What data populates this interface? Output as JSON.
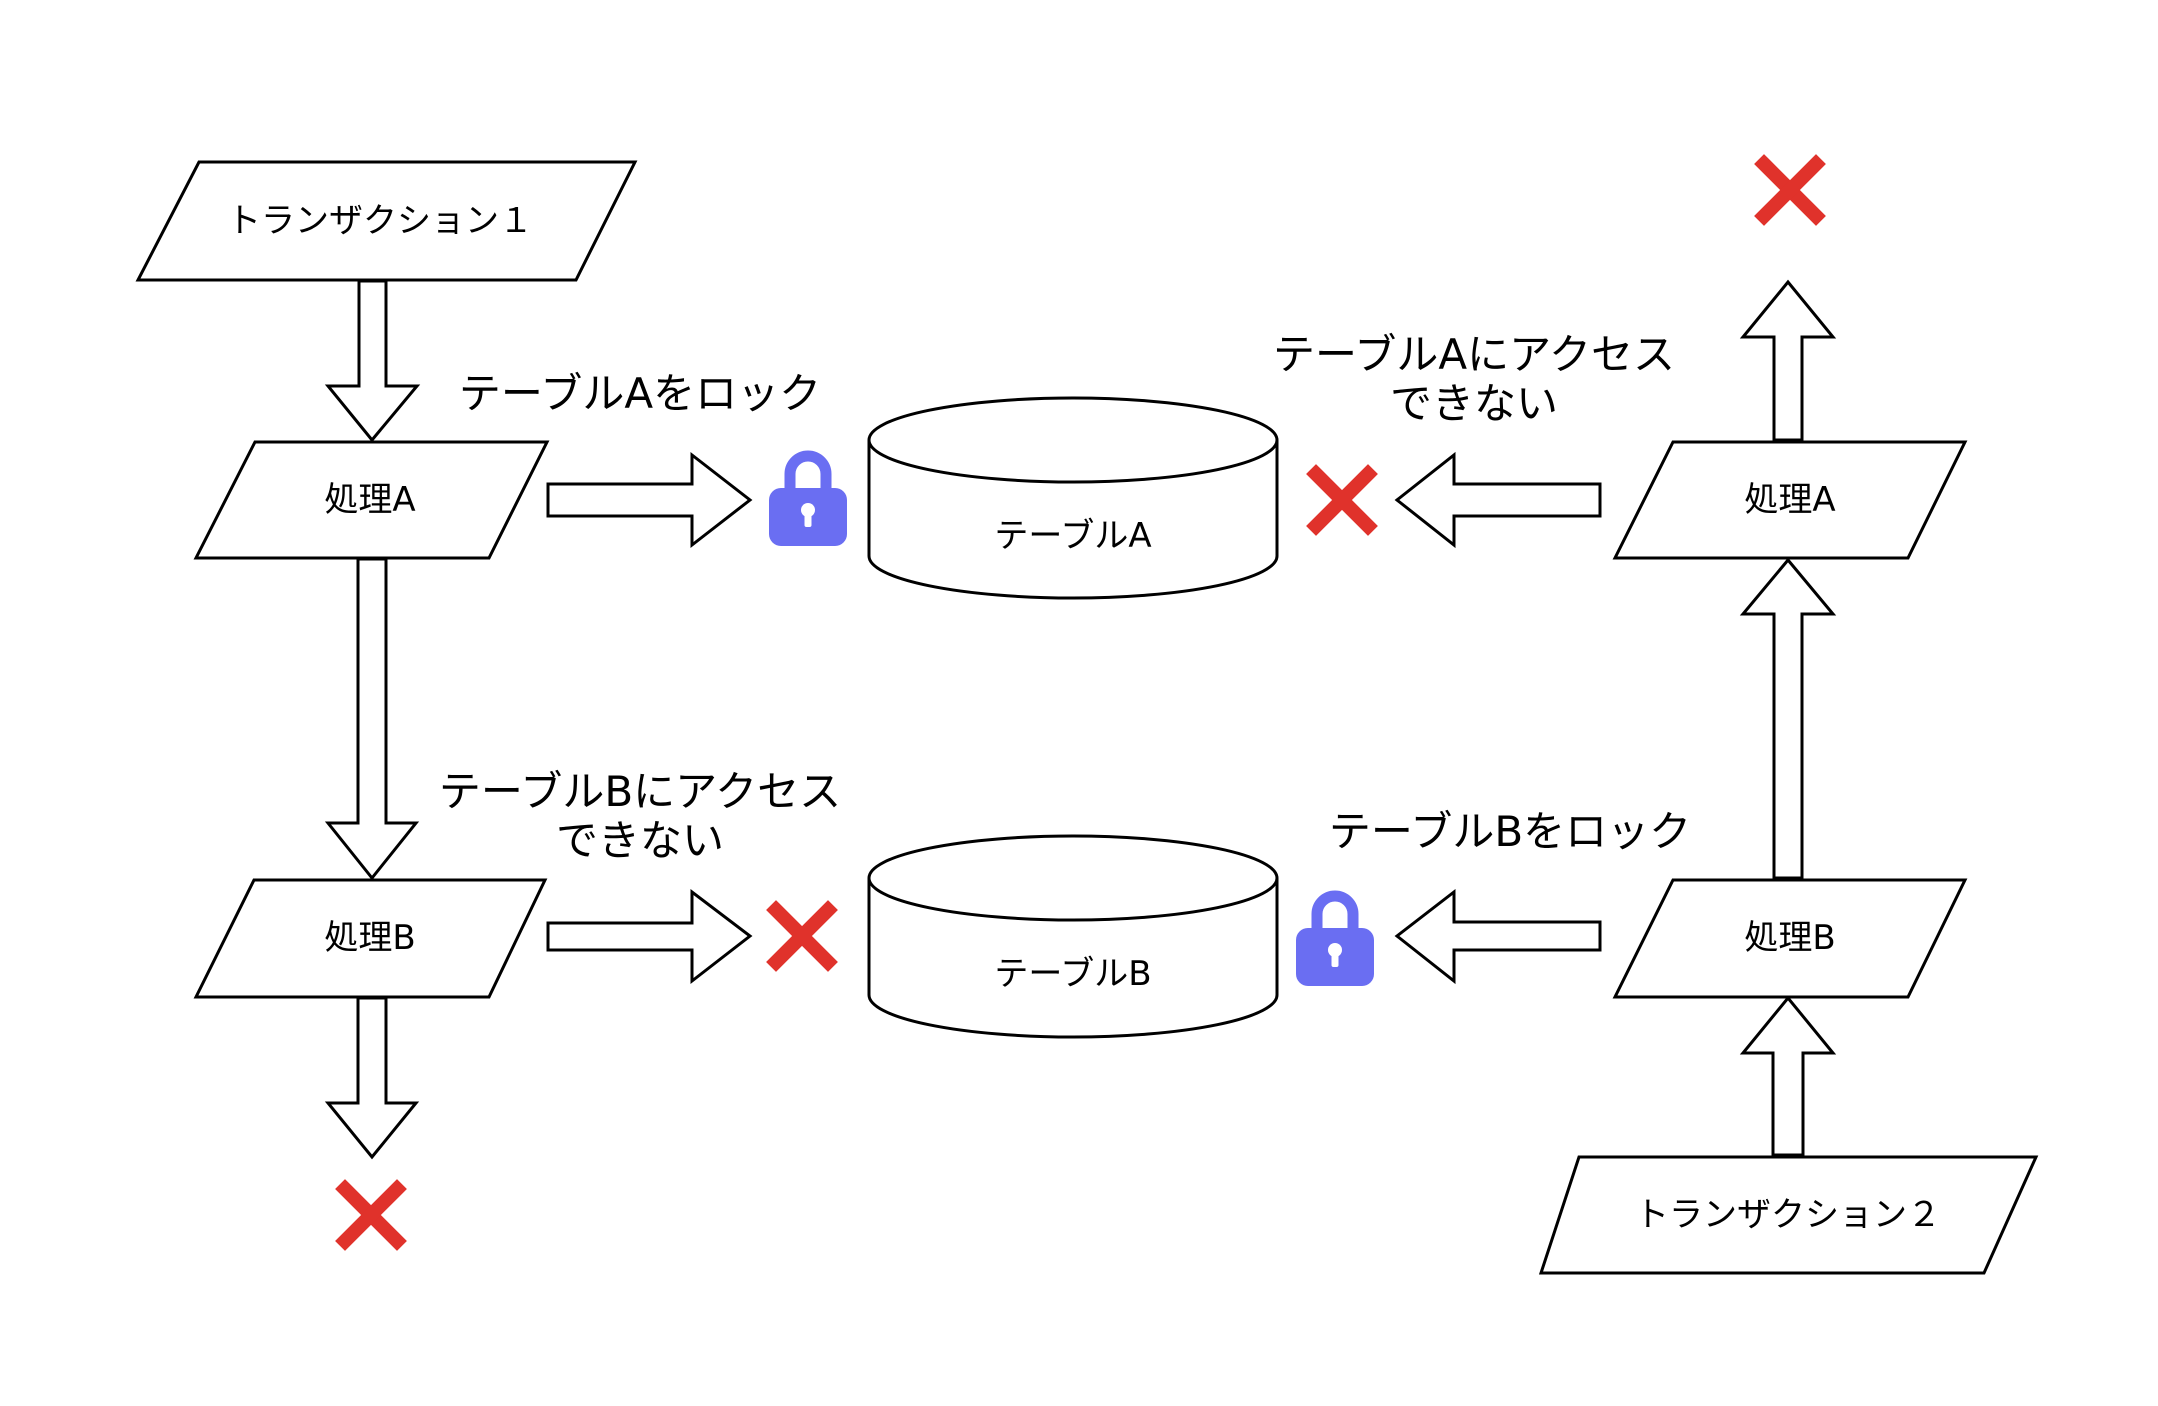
{
  "transaction1": {
    "label": "トランザクション１"
  },
  "transaction2": {
    "label": "トランザクション２"
  },
  "left": {
    "process_a": "処理A",
    "process_b": "処理B"
  },
  "right": {
    "process_a": "処理A",
    "process_b": "処理B"
  },
  "tables": {
    "table_a": "テーブルA",
    "table_b": "テーブルB"
  },
  "labels": {
    "lock_table_a": "テーブルAをロック",
    "no_access_table_b": [
      "テーブルBにアクセス",
      "できない"
    ],
    "lock_table_b": "テーブルBをロック",
    "no_access_table_a": [
      "テーブルAにアクセス",
      "できない"
    ]
  },
  "colors": {
    "lock": "#6a6ef2",
    "cross": "#e0322b"
  },
  "icons": {
    "lock": "lock-icon",
    "cross": "cross-icon"
  }
}
